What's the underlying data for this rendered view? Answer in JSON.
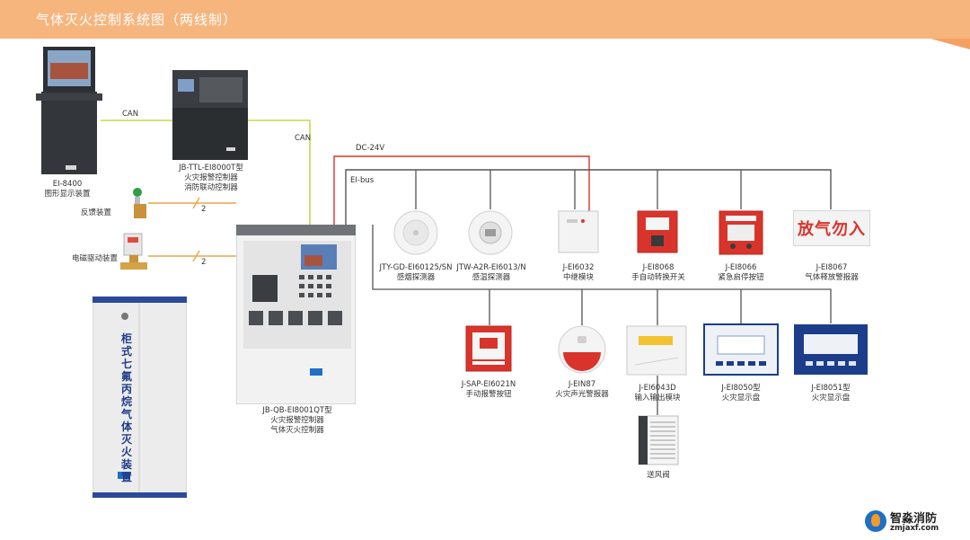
{
  "header": {
    "title": "气体灭火控制系统图（两线制）"
  },
  "wires": {
    "can_h": "CAN",
    "can_v": "CAN",
    "dc24v": "DC-24V",
    "eibus": "EI-bus",
    "count_a": "2",
    "count_b": "2"
  },
  "devices": {
    "graphic_display": {
      "model": "EI-8400",
      "name": "图形显示装置"
    },
    "linkage_controller": {
      "model": "JB-TTL-EI8000T型",
      "line1": "火灾报警控制器",
      "line2": "消防联动控制器"
    },
    "feedback": {
      "name": "反馈装置"
    },
    "solenoid": {
      "name": "电磁驱动装置"
    },
    "cabinet": {
      "text": "柜式七氟丙烷气体灭火装置"
    },
    "main_controller": {
      "model": "JB-QB-EI8001QT型",
      "line1": "火灾报警控制器",
      "line2": "气体灭火控制器"
    },
    "smoke_detector": {
      "model": "JTY-GD-EI60125/SN",
      "name": "感烟探测器"
    },
    "heat_detector": {
      "model": "JTW-A2R-EI6013/N",
      "name": "感温探测器"
    },
    "relay_module": {
      "model": "J-EI6032",
      "name": "中继模块"
    },
    "auto_manual_switch": {
      "model": "J-EI8068",
      "name": "手自动转换开关"
    },
    "emergency_stop": {
      "model": "J-EI8066",
      "name": "紧急启停按钮"
    },
    "gas_release_alarm": {
      "model": "J-EI8067",
      "name": "气体释放警报器",
      "sign": "放气勿入"
    },
    "manual_call_point": {
      "model": "J-SAP-EI6021N",
      "name": "手动报警按钮"
    },
    "sounder_strobe": {
      "model": "J-EIN87",
      "name": "火灾声光警报器"
    },
    "io_module": {
      "model": "J-EI6043D",
      "name": "输入输出模块"
    },
    "display_panel_1": {
      "model": "J-EI8050型",
      "name": "火灾显示盘"
    },
    "display_panel_2": {
      "model": "J-EI8051型",
      "name": "火灾显示盘"
    },
    "damper": {
      "name": "送风阀"
    }
  },
  "logo": {
    "name": "智淼消防",
    "url": "zmjaxf.com"
  },
  "colors": {
    "header": "#f7b57e",
    "can_bus": "#c7d84a",
    "dc24v": "#d9342b",
    "eibus": "#555555",
    "output": "#e9a54a",
    "panel_blue": "#1b3d8a"
  }
}
